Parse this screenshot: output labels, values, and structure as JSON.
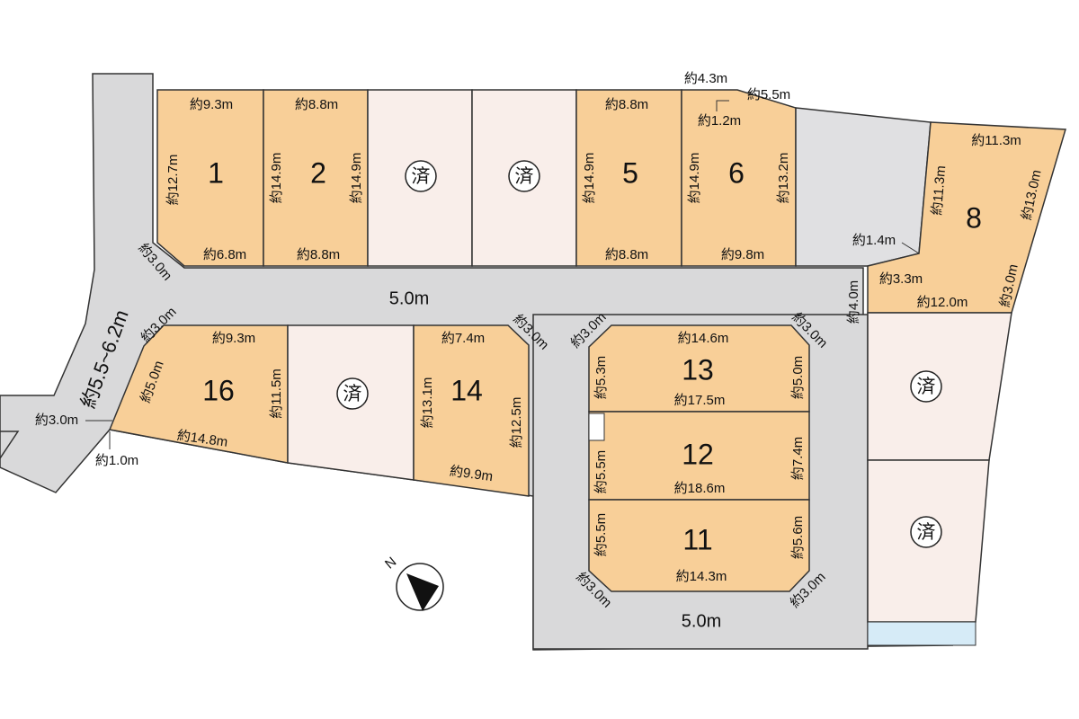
{
  "roads": {
    "main_width": "5.0m",
    "lower_width": "5.0m",
    "side_width": "約5.5~6.2m"
  },
  "sold_label": "済",
  "lots": [
    {
      "number": "1",
      "dims": [
        "約9.3m",
        "約12.7m",
        "約6.8m",
        "約3.0m"
      ]
    },
    {
      "number": "2",
      "dims": [
        "約8.8m",
        "約14.9m",
        "約14.9m",
        "約8.8m"
      ]
    },
    {
      "number": "5",
      "dims": [
        "約8.8m",
        "約14.9m",
        "約8.8m"
      ]
    },
    {
      "number": "6",
      "dims": [
        "約1.2m",
        "約14.9m",
        "約13.2m",
        "約9.8m"
      ]
    },
    {
      "number": "8",
      "dims": [
        "約11.3m",
        "約11.3m",
        "約13.0m",
        "約1.4m",
        "約3.3m",
        "約3.0m",
        "約12.0m",
        "約4.0m"
      ]
    },
    {
      "number": "16",
      "dims": [
        "約3.0m",
        "約9.3m",
        "約5.0m",
        "約11.5m",
        "約14.8m",
        "約3.0m",
        "約1.0m"
      ]
    },
    {
      "number": "14",
      "dims": [
        "約7.4m",
        "約3.0m",
        "約13.1m",
        "約12.5m",
        "約9.9m"
      ]
    },
    {
      "number": "13",
      "dims": [
        "約3.0m",
        "約14.6m",
        "約3.0m",
        "約5.3m",
        "約5.0m",
        "約17.5m"
      ]
    },
    {
      "number": "12",
      "dims": [
        "約5.5m",
        "約7.4m",
        "約18.6m"
      ]
    },
    {
      "number": "11",
      "dims": [
        "約5.5m",
        "約5.6m",
        "約14.3m",
        "約3.0m",
        "約3.0m"
      ]
    }
  ],
  "top_dims": [
    "約4.3m",
    "約5.5m"
  ],
  "compass": {
    "label": "N"
  },
  "colors": {
    "available": "#f8cf98",
    "sold": "#f9eeea",
    "road": "#d9d9da",
    "water": "#d6ebf7"
  }
}
